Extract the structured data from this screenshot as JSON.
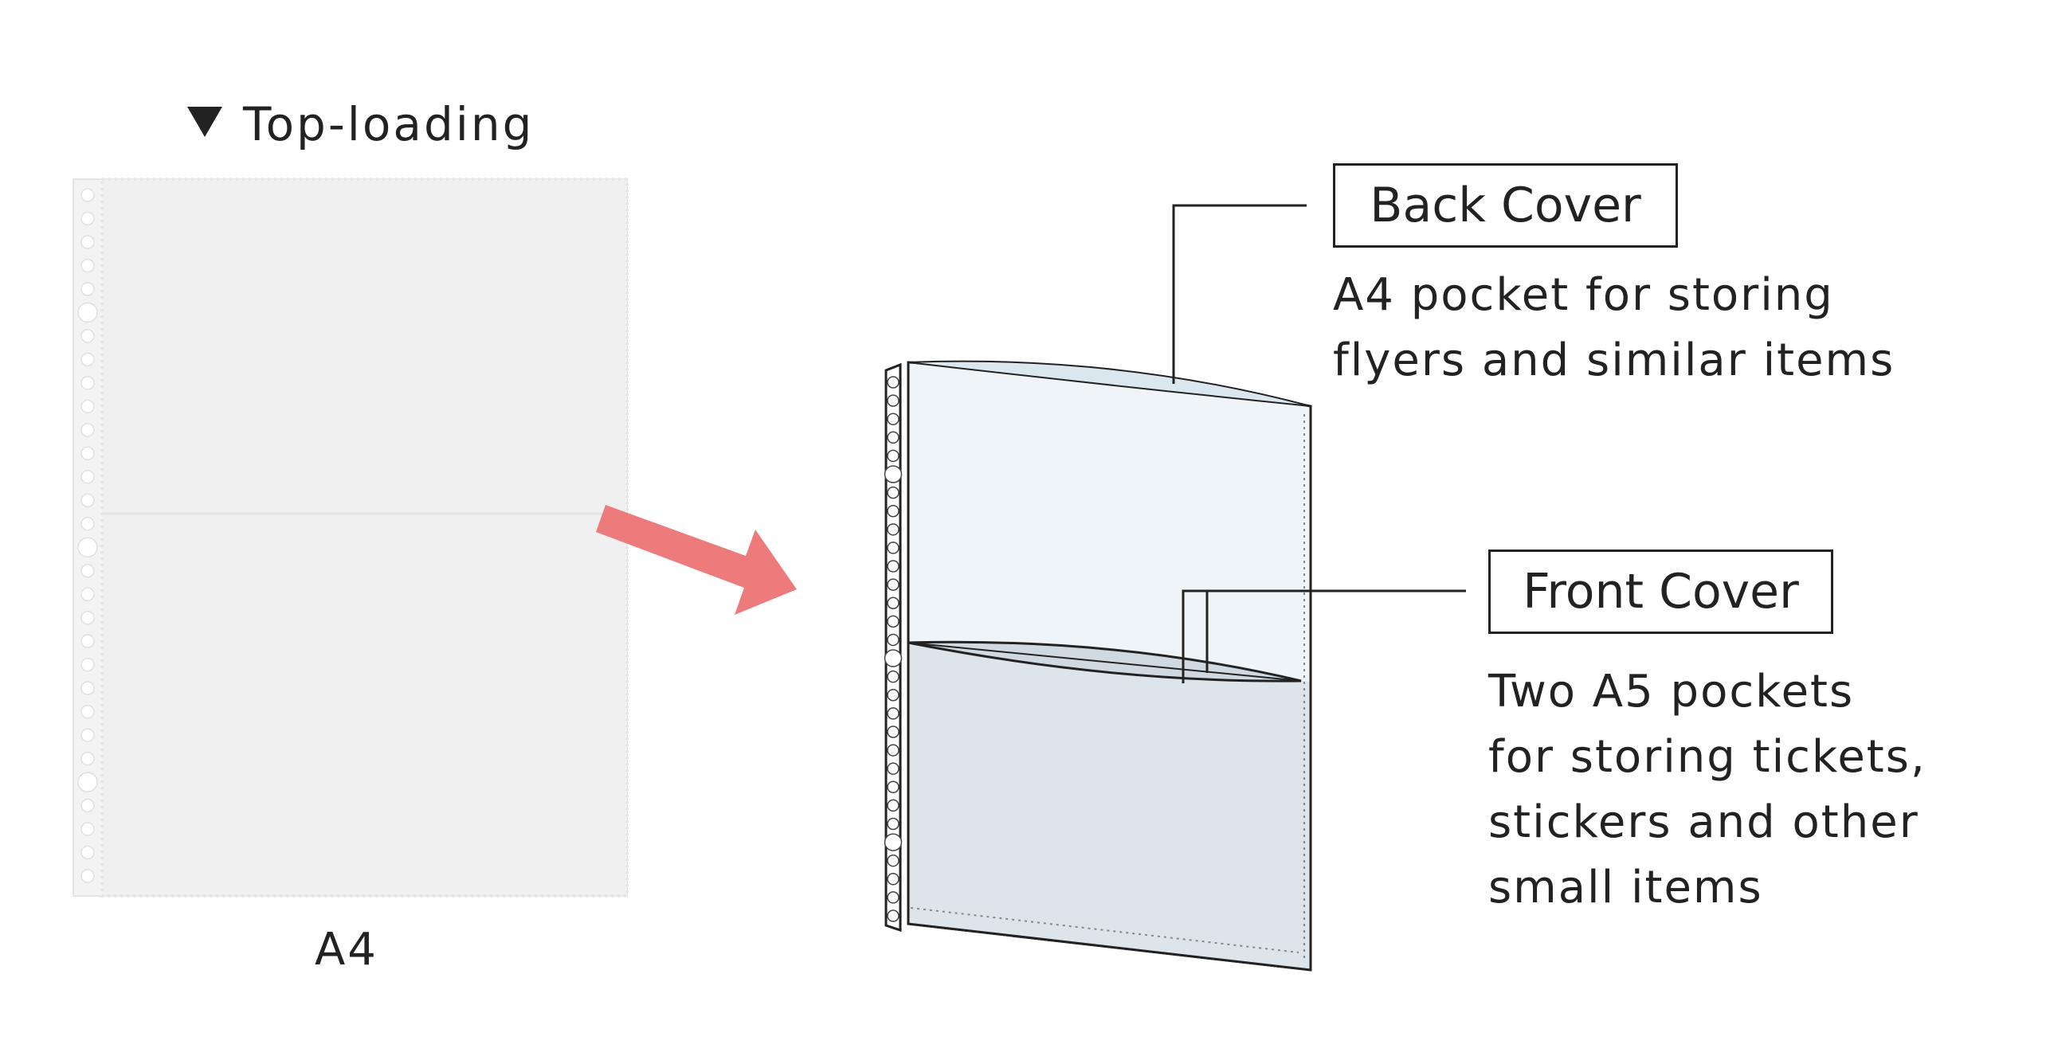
{
  "top_label": "Top-loading",
  "size_label": "A4",
  "back_cover": {
    "title": "Back Cover",
    "desc_line1": "A4 pocket for storing",
    "desc_line2": "flyers and similar items"
  },
  "front_cover": {
    "title": "Front Cover",
    "desc_line1": "Two A5 pockets",
    "desc_line2": "for storing tickets,",
    "desc_line3": "stickers and other",
    "desc_line4": "small items"
  },
  "colors": {
    "arrow": "#ee7b7b",
    "outline": "#222222",
    "sheet_fill": "#f1f1f1",
    "back_pocket_fill": "#eef4f7",
    "front_pocket_fill": "#dde5ea"
  },
  "icons": [
    "down-triangle-icon",
    "arrow-right-icon"
  ]
}
